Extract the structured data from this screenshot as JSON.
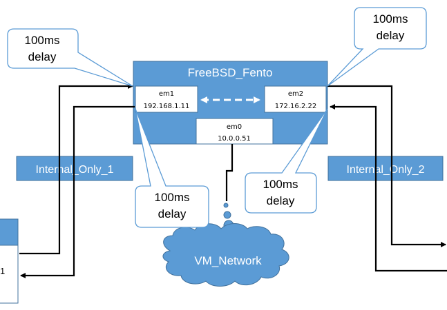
{
  "router": {
    "title": "FreeBSD_Fento",
    "em1": {
      "name": "em1",
      "ip": "192.168.1.11"
    },
    "em2": {
      "name": "em2",
      "ip": "172.16.2.22"
    },
    "em0": {
      "name": "em0",
      "ip": "10.0.0.51"
    }
  },
  "networks": {
    "internal1": "Internal_Only_1",
    "internal2": "Internal_Only_2",
    "vm_network": "VM_Network"
  },
  "callouts": {
    "top_left": {
      "line1": "100ms",
      "line2": "delay"
    },
    "top_right": {
      "line1": "100ms",
      "line2": "delay"
    },
    "bottom_left": {
      "line1": "100ms",
      "line2": "delay"
    },
    "bottom_right": {
      "line1": "100ms",
      "line2": "delay"
    }
  },
  "left_edge_label": "1",
  "colors": {
    "router_fill": "#5b9bd5",
    "router_stroke": "#41719c",
    "interface_fill": "#ffffff",
    "callout_stroke": "#5b9bd5",
    "arrow": "#000000",
    "cloud_fill": "#5b9bd5"
  }
}
